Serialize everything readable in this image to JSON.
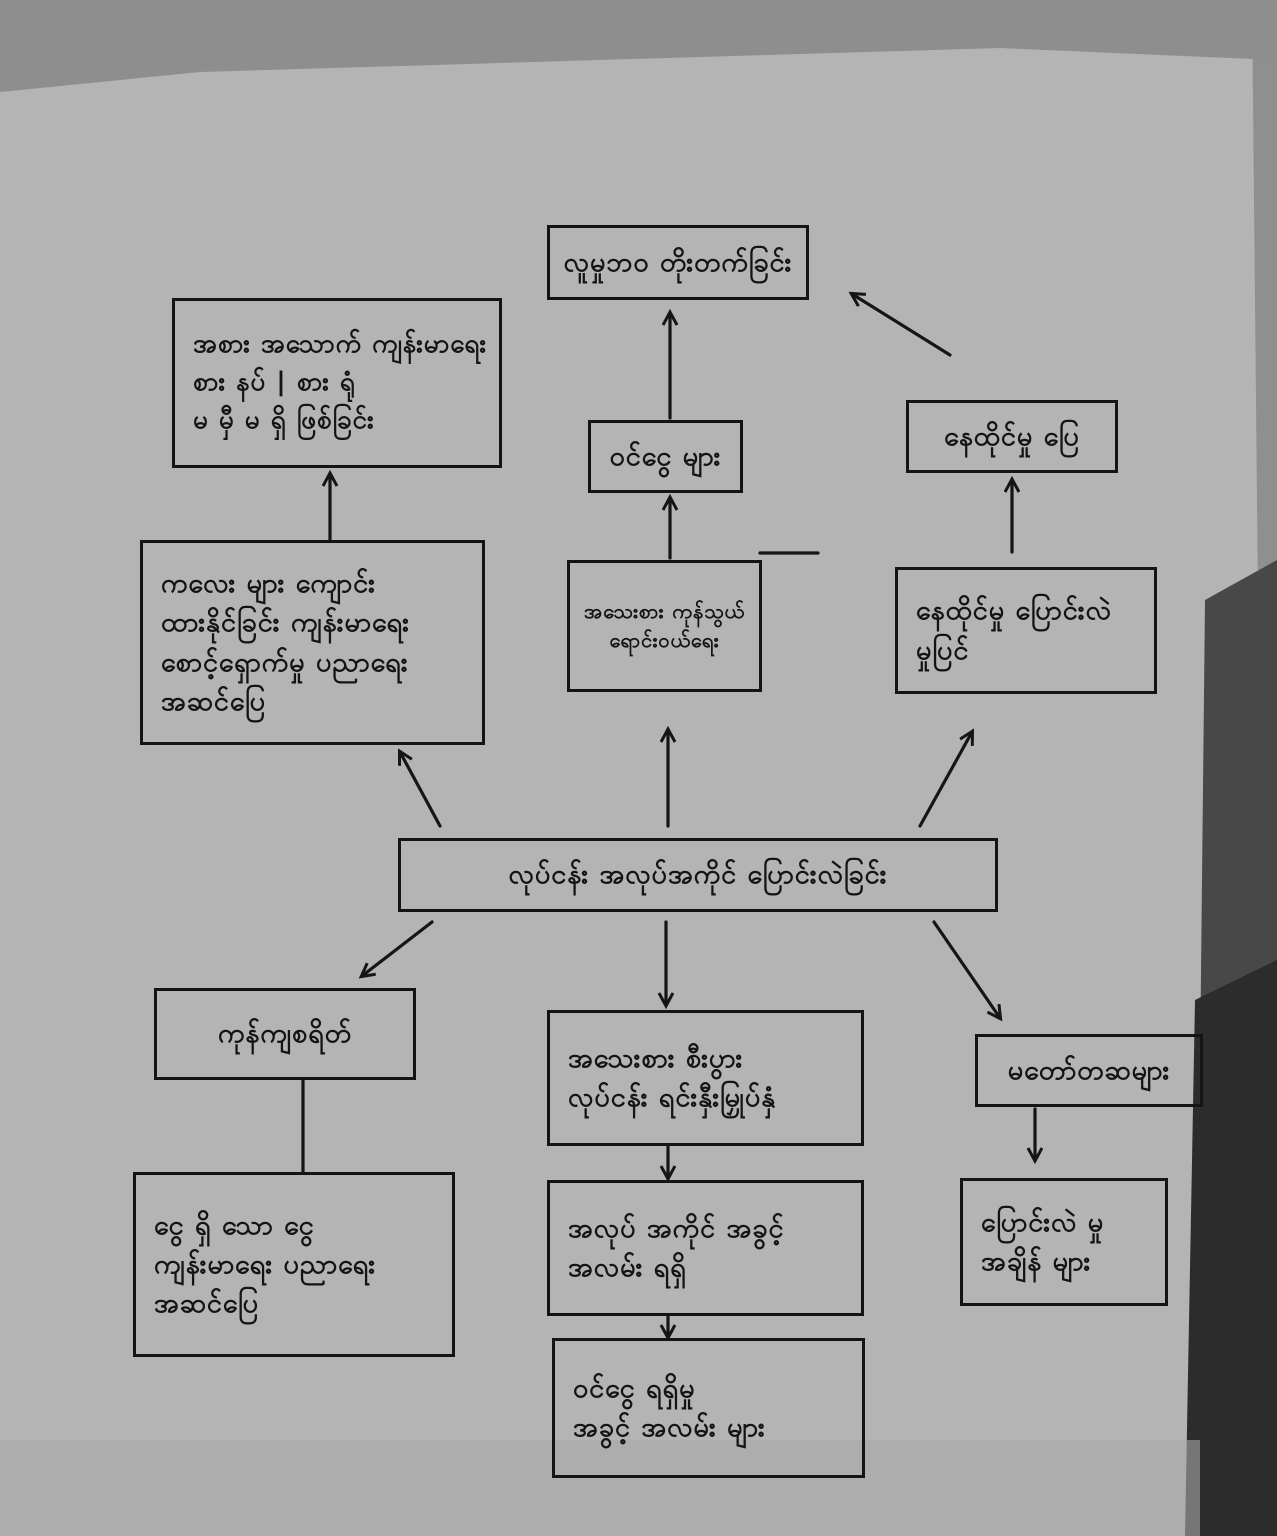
{
  "diagram": {
    "center": {
      "lines": [
        "လုပ်ငန်း အလုပ်အကိုင် ပြောင်းလဲခြင်း"
      ]
    },
    "top_left": {
      "lines": [
        "ကလေး များ ကျောင်း",
        "ထားနိုင်ခြင်း ကျန်းမာရေး",
        "စောင့်ရှောက်မှု ပညာရေး",
        "အဆင်ပြေ"
      ]
    },
    "top_left_upper": {
      "lines": [
        "အစား အသောက် ကျန်းမာရေး",
        "စား နပ် | စား ရုံ",
        "မ မှီ မ ရှိ ဖြစ်ခြင်း"
      ]
    },
    "top_center_low": {
      "lines": [
        "အသေးစား ကုန်သွယ်",
        "ရောင်းဝယ်ရေး"
      ]
    },
    "top_center_mid": {
      "lines": [
        "ဝင်ငွေ များ"
      ]
    },
    "top_center": {
      "lines": [
        "လူမှုဘဝ တိုးတက်ခြင်း"
      ]
    },
    "top_right_low": {
      "lines": [
        "နေထိုင်မှု ပြောင်းလဲ",
        "မှုပြင်"
      ]
    },
    "top_right_mid": {
      "lines": [
        "နေထိုင်မှု ပြေ"
      ]
    },
    "bottom_left": {
      "lines": [
        "ကုန်ကျစရိတ်"
      ]
    },
    "bottom_left_low": {
      "lines": [
        "ငွေ ရှိ သော ငွေ",
        "ကျန်းမာရေး ပညာရေး",
        "အဆင်ပြေ"
      ]
    },
    "bottom_center": {
      "lines": [
        "အသေးစား စီးပွား",
        "လုပ်ငန်း ရင်းနှီးမြှုပ်နှံ"
      ]
    },
    "bottom_center_mid": {
      "lines": [
        "အလုပ် အကိုင် အခွင့်",
        "အလမ်း ရရှိ"
      ]
    },
    "bottom_center_low": {
      "lines": [
        "ဝင်ငွေ ရရှိမှု",
        "အခွင့် အလမ်း များ"
      ]
    },
    "bottom_right": {
      "lines": [
        "မတော်တဆများ"
      ]
    },
    "bottom_right_low": {
      "lines": [
        "ပြောင်းလဲ မှု",
        "အချိန် များ"
      ]
    }
  }
}
